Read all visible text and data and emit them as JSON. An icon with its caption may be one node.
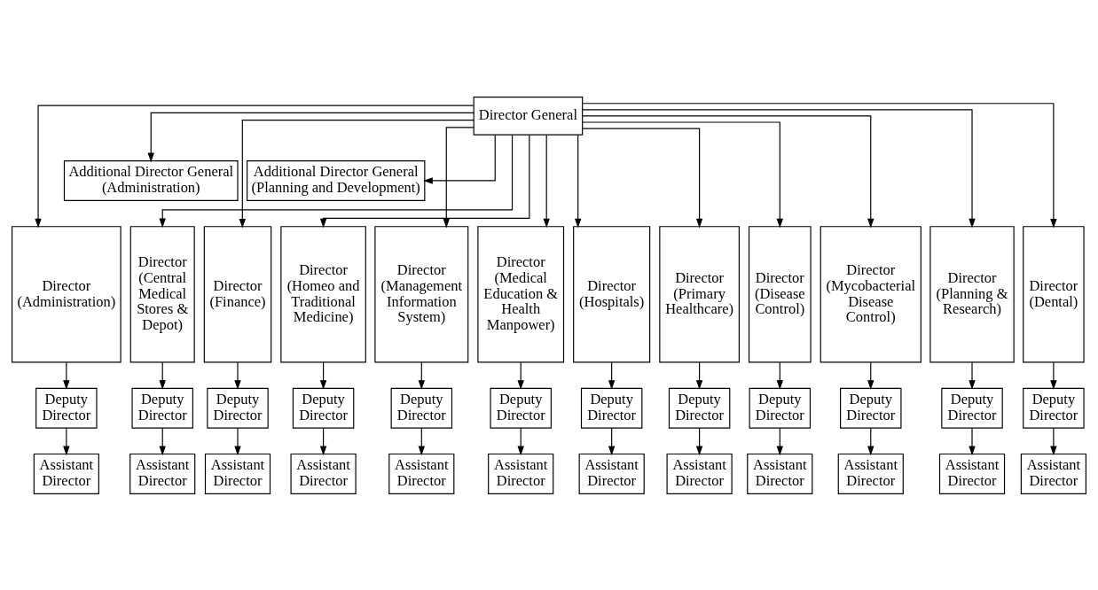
{
  "diagram": {
    "nodes": [
      {
        "text": [
          "Director General"
        ]
      },
      {
        "text": [
          "Additional Director General (Administration)"
        ]
      },
      {
        "text": [
          "Additional Director General (Planning and Development)"
        ]
      },
      {
        "text": [
          "Director (Administration)"
        ]
      },
      {
        "text": [
          "Director (Central Medical Stores & Depot)"
        ]
      },
      {
        "text": [
          "Director (Finance)"
        ]
      },
      {
        "text": [
          "Director (Homeo and Traditional Medicine)"
        ]
      },
      {
        "text": [
          "Director (Management Information System)"
        ]
      },
      {
        "text": [
          "Director (Medical Education & Health Manpower)"
        ]
      },
      {
        "text": [
          "Director (Hospitals)"
        ]
      },
      {
        "text": [
          "Director (Primary Healthcare)"
        ]
      },
      {
        "text": [
          "Director (Disease Control)"
        ]
      },
      {
        "text": [
          "Director (Mycobacterial Disease Control)"
        ]
      },
      {
        "text": [
          "Director (Planning & Research)"
        ]
      },
      {
        "text": [
          "Director (Dental)"
        ]
      },
      {
        "text": [
          "Deputy Director"
        ]
      },
      {
        "text": [
          "Deputy Director"
        ]
      },
      {
        "text": [
          "Deputy Director"
        ]
      },
      {
        "text": [
          "Deputy Director"
        ]
      },
      {
        "text": [
          "Deputy Director"
        ]
      },
      {
        "text": [
          "Deputy Director"
        ]
      },
      {
        "text": [
          "Deputy Director"
        ]
      },
      {
        "text": [
          "Deputy Director"
        ]
      },
      {
        "text": [
          "Deputy Director"
        ]
      },
      {
        "text": [
          "Deputy Director"
        ]
      },
      {
        "text": [
          "Deputy Director"
        ]
      },
      {
        "text": [
          "Deputy Director"
        ]
      },
      {
        "text": [
          "Assistant Director"
        ]
      },
      {
        "text": [
          "Assistant Director"
        ]
      },
      {
        "text": [
          "Assistant Director"
        ]
      },
      {
        "text": [
          "Assistant Director"
        ]
      },
      {
        "text": [
          "Assistant Director"
        ]
      },
      {
        "text": [
          "Assistant Director"
        ]
      },
      {
        "text": [
          "Assistant Director"
        ]
      },
      {
        "text": [
          "Assistant Director"
        ]
      },
      {
        "text": [
          "Assistant Director"
        ]
      },
      {
        "text": [
          "Assistant Director"
        ]
      },
      {
        "text": [
          "Assistant Director"
        ]
      },
      {
        "text": [
          "Assistant Director"
        ]
      }
    ],
    "edges": [
      {
        "from": 0,
        "to": 1,
        "arrow": "to"
      },
      {
        "from": 0,
        "to": 2,
        "arrow": "to"
      },
      {
        "from": 0,
        "to": 3,
        "arrow": "to"
      },
      {
        "from": 0,
        "to": 4,
        "arrow": "to"
      },
      {
        "from": 0,
        "to": 5,
        "arrow": "to"
      },
      {
        "from": 0,
        "to": 6,
        "arrow": "to"
      },
      {
        "from": 0,
        "to": 7,
        "arrow": "to"
      },
      {
        "from": 0,
        "to": 8,
        "arrow": "to"
      },
      {
        "from": 0,
        "to": 9,
        "arrow": "to"
      },
      {
        "from": 0,
        "to": 10,
        "arrow": "to"
      },
      {
        "from": 0,
        "to": 11,
        "arrow": "to"
      },
      {
        "from": 0,
        "to": 12,
        "arrow": "to"
      },
      {
        "from": 0,
        "to": 13,
        "arrow": "to"
      },
      {
        "from": 0,
        "to": 14,
        "arrow": "to"
      },
      {
        "from": 3,
        "to": 15,
        "arrow": "to"
      },
      {
        "from": 4,
        "to": 16,
        "arrow": "to"
      },
      {
        "from": 5,
        "to": 17,
        "arrow": "to"
      },
      {
        "from": 6,
        "to": 18,
        "arrow": "to"
      },
      {
        "from": 7,
        "to": 19,
        "arrow": "to"
      },
      {
        "from": 8,
        "to": 20,
        "arrow": "to"
      },
      {
        "from": 9,
        "to": 21,
        "arrow": "to"
      },
      {
        "from": 10,
        "to": 22,
        "arrow": "to"
      },
      {
        "from": 11,
        "to": 23,
        "arrow": "to"
      },
      {
        "from": 12,
        "to": 24,
        "arrow": "to"
      },
      {
        "from": 13,
        "to": 25,
        "arrow": "to"
      },
      {
        "from": 14,
        "to": 26,
        "arrow": "to"
      },
      {
        "from": 15,
        "to": 27,
        "arrow": "to"
      },
      {
        "from": 16,
        "to": 28,
        "arrow": "to"
      },
      {
        "from": 17,
        "to": 29,
        "arrow": "to"
      },
      {
        "from": 18,
        "to": 30,
        "arrow": "to"
      },
      {
        "from": 19,
        "to": 31,
        "arrow": "to"
      },
      {
        "from": 20,
        "to": 32,
        "arrow": "to"
      },
      {
        "from": 21,
        "to": 33,
        "arrow": "to"
      },
      {
        "from": 22,
        "to": 34,
        "arrow": "to"
      },
      {
        "from": 23,
        "to": 35,
        "arrow": "to"
      },
      {
        "from": 24,
        "to": 36,
        "arrow": "to"
      },
      {
        "from": 25,
        "to": 37,
        "arrow": "to"
      },
      {
        "from": 26,
        "to": 38,
        "arrow": "to"
      }
    ]
  }
}
